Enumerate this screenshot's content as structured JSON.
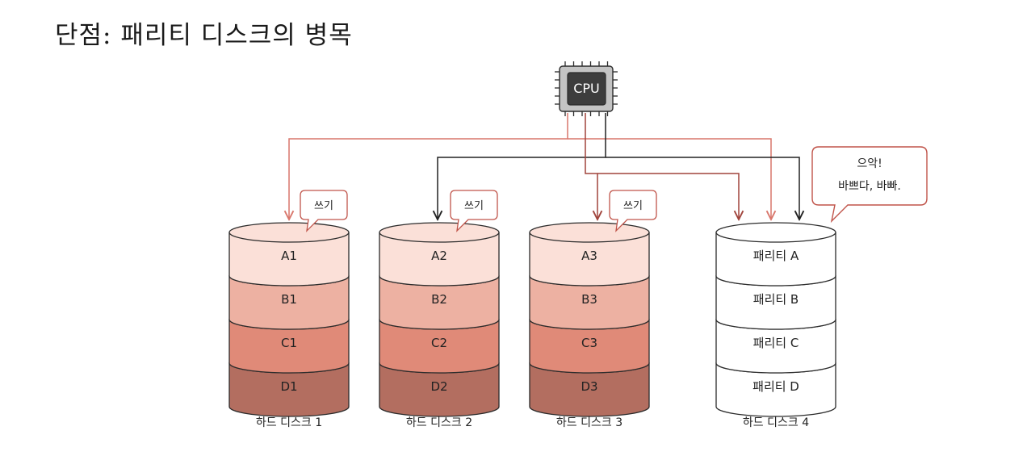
{
  "title": "단점: 패리티 디스크의 병목",
  "cpu_label": "CPU",
  "colors": {
    "red_line": "#d9776c",
    "dark_line": "#222222",
    "dark_red_line": "#a0443c",
    "stroke": "#2b2b2b",
    "bubble_stroke": "#c0544a",
    "cpu_body": "#3d3d3d",
    "cpu_chip": "#b8b8b8"
  },
  "write_label": "쓰기",
  "parity_bubble": {
    "line1": "으악!",
    "line2": "바쁘다, 바빠."
  },
  "disks": [
    {
      "name": "하드 디스크 1",
      "blocks": [
        "A1",
        "B1",
        "C1",
        "D1"
      ],
      "fills": [
        "#fbe0d8",
        "#edb1a2",
        "#e08a78",
        "#b36e60"
      ]
    },
    {
      "name": "하드 디스크 2",
      "blocks": [
        "A2",
        "B2",
        "C2",
        "D2"
      ],
      "fills": [
        "#fbe0d8",
        "#edb1a2",
        "#e08a78",
        "#b36e60"
      ]
    },
    {
      "name": "하드 디스크 3",
      "blocks": [
        "A3",
        "B3",
        "C3",
        "D3"
      ],
      "fills": [
        "#fbe0d8",
        "#edb1a2",
        "#e08a78",
        "#b36e60"
      ]
    },
    {
      "name": "하드 디스크 4",
      "blocks": [
        "패리티 A",
        "패리티 B",
        "패리티 C",
        "패리티 D"
      ],
      "fills": [
        "#ffffff",
        "#ffffff",
        "#ffffff",
        "#ffffff"
      ]
    }
  ]
}
